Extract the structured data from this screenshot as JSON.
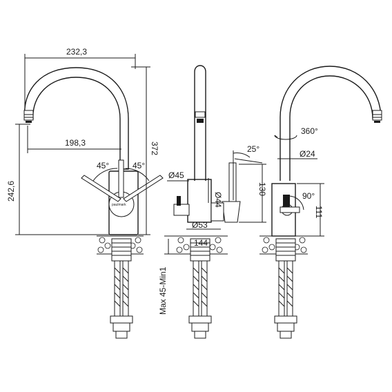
{
  "brand": "paulmark",
  "front_view": {
    "width_total": "232,3",
    "height_total": "372",
    "reach": "198,3",
    "lever_left_angle": "45°",
    "lever_right_angle": "45°",
    "height_spout_outlet": "242,6"
  },
  "side_view": {
    "lever_angle": "25°",
    "base_diameter_top": "Ø45",
    "body_diameter": "Ø44",
    "lever_height": "130",
    "base_diameter": "Ø53",
    "base_height": "144",
    "counter_thickness": "Max 45-Min1"
  },
  "rear_view": {
    "swivel": "360°",
    "spout_diameter": "Ø24",
    "lever_rotation": "90°",
    "body_height": "111"
  }
}
